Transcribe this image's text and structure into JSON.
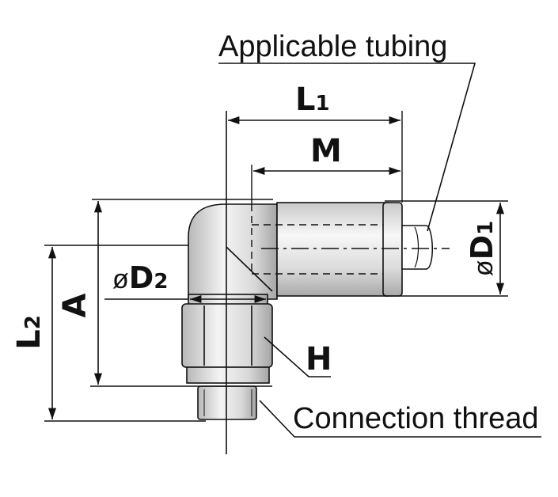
{
  "diagram": {
    "callouts": {
      "applicable_tubing": "Applicable tubing",
      "connection_thread": "Connection thread"
    },
    "dimensions": {
      "L1": {
        "main": "L",
        "sub": "1"
      },
      "M": {
        "main": "M"
      },
      "D1": {
        "prefix": "ø",
        "main": "D",
        "sub": "1"
      },
      "D2": {
        "prefix": "ø",
        "main": "D",
        "sub": "2"
      },
      "A": {
        "main": "A"
      },
      "L2": {
        "main": "L",
        "sub": "2"
      },
      "H": {
        "main": "H"
      }
    }
  }
}
